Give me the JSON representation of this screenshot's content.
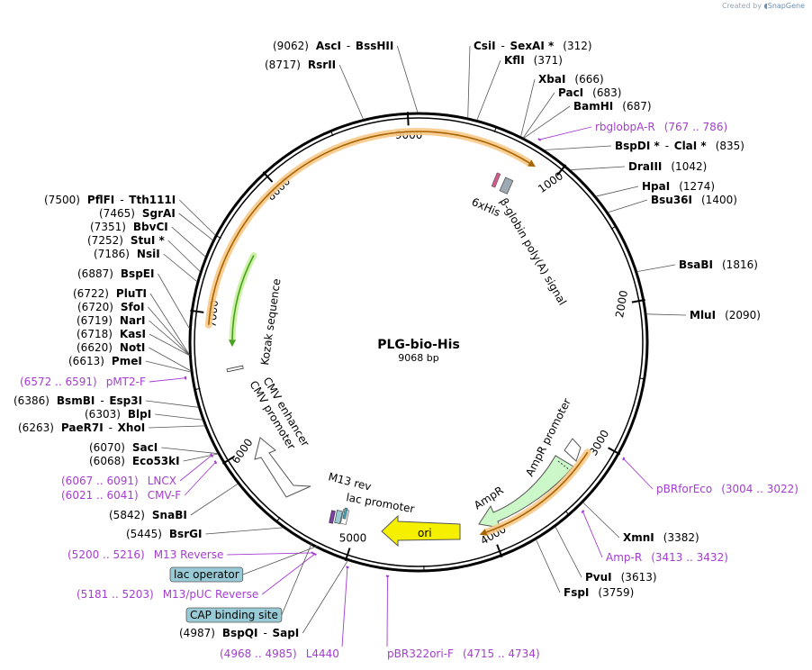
{
  "app": {
    "credit_prefix": "Created by",
    "credit_brand": "SnapGene"
  },
  "map": {
    "name": "PLG-bio-His",
    "length_label": "9068 bp",
    "length": 9068
  },
  "ticks": [
    "1000",
    "2000",
    "3000",
    "4000",
    "5000",
    "6000",
    "7000",
    "8000",
    "9000"
  ],
  "enzymes": [
    {
      "name": "AscI",
      "name2": "BssHII",
      "pos": "(9062)",
      "bp": 9062
    },
    {
      "name": "RsrII",
      "pos": "(8717)",
      "bp": 8717
    },
    {
      "name": "CsiI",
      "name2": "SexAI *",
      "pos": "(312)",
      "bp": 312
    },
    {
      "name": "KflI",
      "pos": "(371)",
      "bp": 371
    },
    {
      "name": "XbaI",
      "pos": "(666)",
      "bp": 666
    },
    {
      "name": "PacI",
      "pos": "(683)",
      "bp": 683
    },
    {
      "name": "BamHI",
      "pos": "(687)",
      "bp": 687
    },
    {
      "name": "BspDI *",
      "name2": "ClaI *",
      "pos": "(835)",
      "bp": 835
    },
    {
      "name": "DraIII",
      "pos": "(1042)",
      "bp": 1042
    },
    {
      "name": "HpaI",
      "pos": "(1274)",
      "bp": 1274
    },
    {
      "name": "Bsu36I",
      "pos": "(1400)",
      "bp": 1400
    },
    {
      "name": "BsaBI",
      "pos": "(1816)",
      "bp": 1816
    },
    {
      "name": "MluI",
      "pos": "(2090)",
      "bp": 2090
    },
    {
      "name": "XmnI",
      "pos": "(3382)",
      "bp": 3382
    },
    {
      "name": "PvuI",
      "pos": "(3613)",
      "bp": 3613
    },
    {
      "name": "FspI",
      "pos": "(3759)",
      "bp": 3759
    },
    {
      "name": "PflFI",
      "name2": "Tth111I",
      "pos": "(7500)",
      "bp": 7500
    },
    {
      "name": "SgrAI",
      "pos": "(7465)",
      "bp": 7465
    },
    {
      "name": "BbvCI",
      "pos": "(7351)",
      "bp": 7351
    },
    {
      "name": "StuI *",
      "pos": "(7252)",
      "bp": 7252
    },
    {
      "name": "NsiI",
      "pos": "(7186)",
      "bp": 7186
    },
    {
      "name": "BspEI",
      "pos": "(6887)",
      "bp": 6887
    },
    {
      "name": "PluTI",
      "pos": "(6722)",
      "bp": 6722
    },
    {
      "name": "SfoI",
      "pos": "(6720)",
      "bp": 6720
    },
    {
      "name": "NarI",
      "pos": "(6719)",
      "bp": 6719
    },
    {
      "name": "KasI",
      "pos": "(6718)",
      "bp": 6718
    },
    {
      "name": "NotI",
      "pos": "(6620)",
      "bp": 6620
    },
    {
      "name": "PmeI",
      "pos": "(6613)",
      "bp": 6613
    },
    {
      "name": "BsmBI",
      "name2": "Esp3I",
      "pos": "(6386)",
      "bp": 6386
    },
    {
      "name": "BlpI",
      "pos": "(6303)",
      "bp": 6303
    },
    {
      "name": "PaeR7I",
      "name2": "XhoI",
      "pos": "(6263)",
      "bp": 6263
    },
    {
      "name": "SacI",
      "pos": "(6070)",
      "bp": 6070
    },
    {
      "name": "Eco53kI",
      "pos": "(6068)",
      "bp": 6068
    },
    {
      "name": "SnaBI",
      "pos": "(5842)",
      "bp": 5842
    },
    {
      "name": "BsrGI",
      "pos": "(5445)",
      "bp": 5445
    },
    {
      "name": "BspQI",
      "name2": "SapI",
      "pos": "(4987)",
      "bp": 4987
    }
  ],
  "primers": [
    {
      "name": "rbglobpA-R",
      "range": "(767 .. 786)",
      "start": 767,
      "end": 786
    },
    {
      "name": "pBRforEco",
      "range": "(3004 .. 3022)",
      "start": 3004,
      "end": 3022
    },
    {
      "name": "Amp-R",
      "range": "(3413 .. 3432)",
      "start": 3413,
      "end": 3432
    },
    {
      "name": "pBR322ori-F",
      "range": "(4715 .. 4734)",
      "start": 4715,
      "end": 4734
    },
    {
      "name": "L4440",
      "range": "(4968 .. 4985)",
      "start": 4968,
      "end": 4985
    },
    {
      "name": "M13/pUC Reverse",
      "range": "(5181 .. 5203)",
      "start": 5181,
      "end": 5203
    },
    {
      "name": "M13 Reverse",
      "range": "(5200 .. 5216)",
      "start": 5200,
      "end": 5216
    },
    {
      "name": "CMV-F",
      "range": "(6021 .. 6041)",
      "start": 6021,
      "end": 6041
    },
    {
      "name": "LNCX",
      "range": "(6067 .. 6091)",
      "start": 6067,
      "end": 6091
    },
    {
      "name": "pMT2-F",
      "range": "(6572 .. 6591)",
      "start": 6572,
      "end": 6591
    }
  ],
  "boxed_features": [
    {
      "name": "lac operator",
      "bp": 5195
    },
    {
      "name": "CAP binding site",
      "bp": 5240
    }
  ],
  "features": {
    "his": "6xHis",
    "polya": "β-globin poly(A) signal",
    "kozak": "Kozak sequence",
    "cmv_enhancer": "CMV enhancer",
    "cmv_promoter": "CMV promoter",
    "ampr_promoter": "AmpR promoter",
    "ampr": "AmpR",
    "ori": "ori",
    "m13rev": "M13 rev",
    "lac_promoter": "lac promoter"
  },
  "colors": {
    "primer": "#a43dd0",
    "orf_highlight": "#f8c98a",
    "orf_line": "#a86400",
    "green_orf": "#6cc83a",
    "ampr_fill": "#ccf7c8",
    "ori_fill": "#f4f000",
    "boxed_fill": "#98cbd6",
    "polya_fill": "#9da9b3"
  }
}
